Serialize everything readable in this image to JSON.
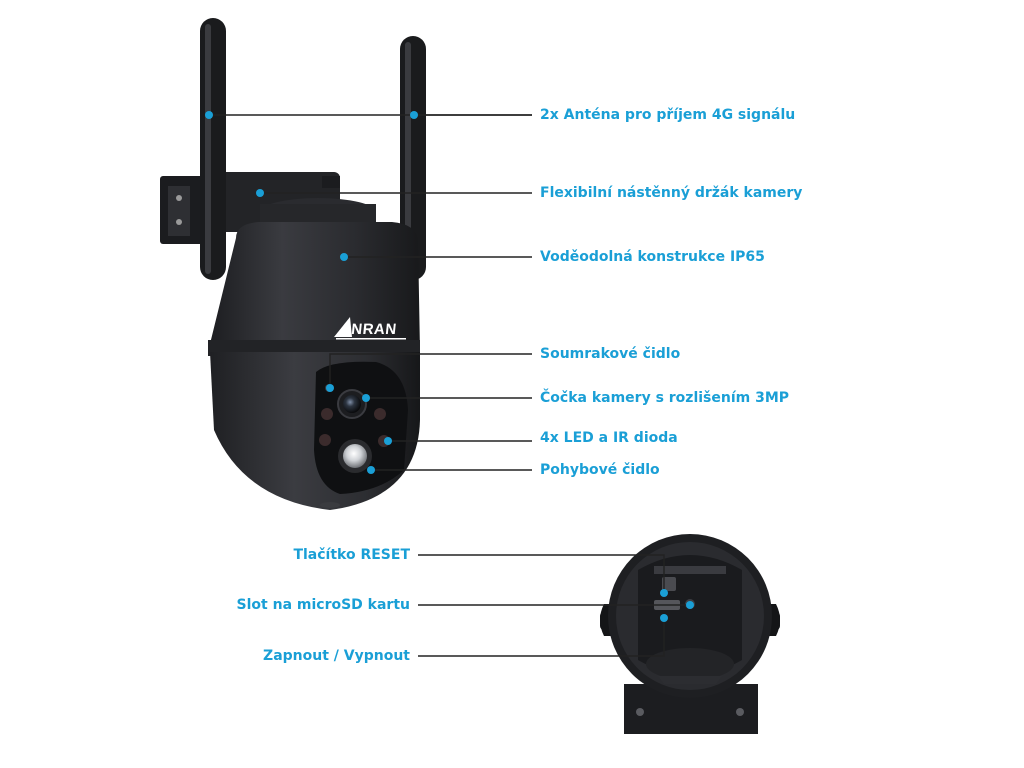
{
  "brand": {
    "logo": "ANRAN"
  },
  "colors": {
    "accent": "#1a9fd6",
    "camera_body": "#2b2c30",
    "leader_line": "#222222"
  },
  "callouts_front": [
    {
      "id": "antenna",
      "text": "2x Anténa pro příjem 4G signálu"
    },
    {
      "id": "mount",
      "text": "Flexibilní nástěnný držák kamery"
    },
    {
      "id": "waterproof",
      "text": "Voděodolná konstrukce IP65"
    },
    {
      "id": "twilight",
      "text": "Soumrakové čidlo"
    },
    {
      "id": "lens",
      "text": "Čočka kamery s rozlišením 3MP"
    },
    {
      "id": "led",
      "text": "4x LED a IR dioda"
    },
    {
      "id": "pir",
      "text": "Pohybové čidlo"
    }
  ],
  "callouts_bottom": [
    {
      "id": "reset",
      "text": "Tlačítko RESET"
    },
    {
      "id": "sd",
      "text": "Slot na microSD kartu"
    },
    {
      "id": "power",
      "text": "Zapnout / Vypnout"
    }
  ]
}
